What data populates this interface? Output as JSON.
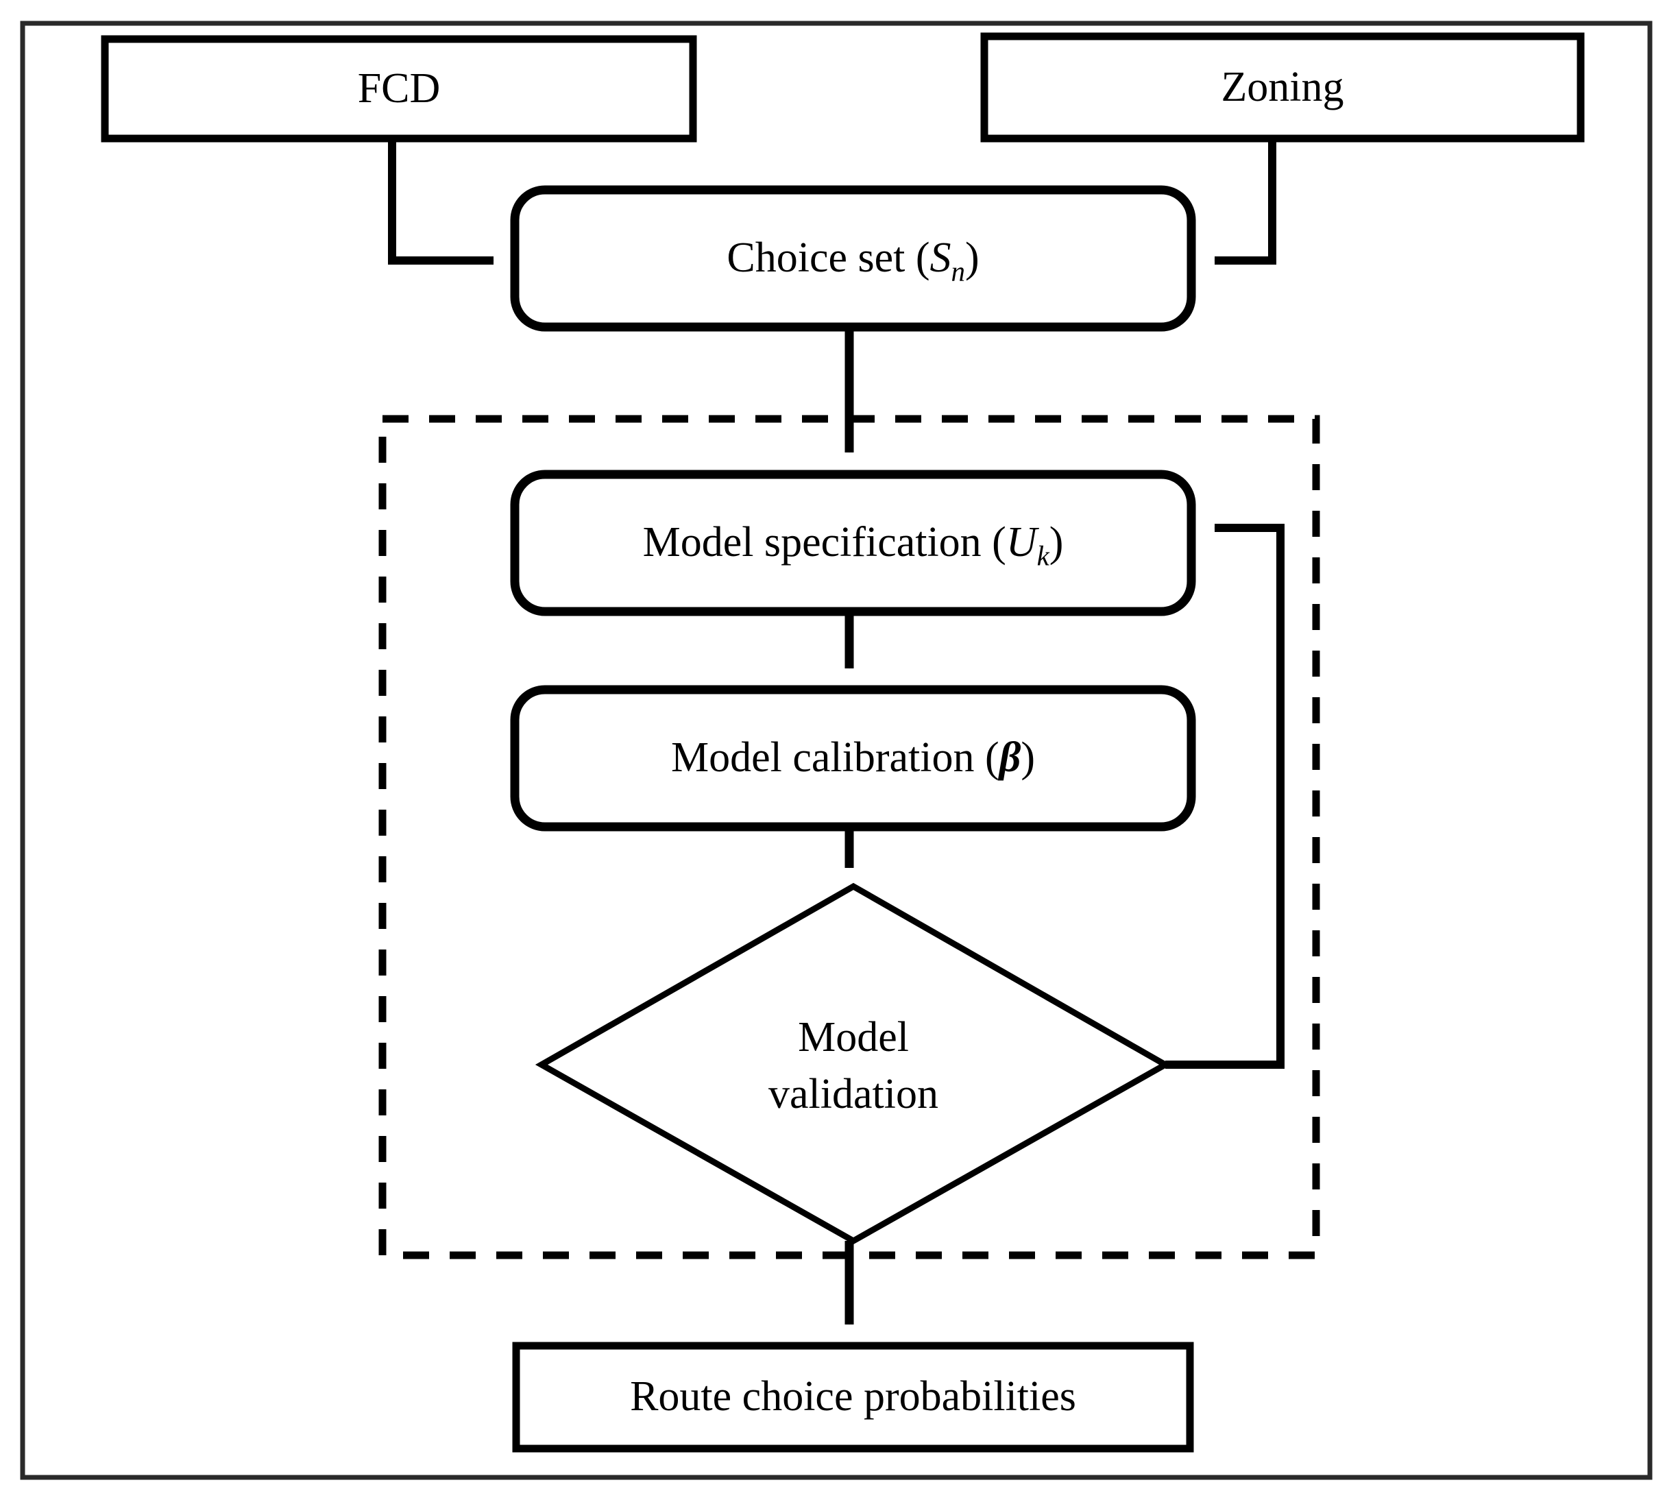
{
  "figure": {
    "type": "flowchart",
    "orientation": "top-to-bottom",
    "background_color": "#ffffff",
    "stroke_color": "#000000",
    "frame": {
      "name": "outer-border",
      "style": "solid thin rectangle"
    }
  },
  "nodes": {
    "fcd": {
      "label": "FCD",
      "shape": "rectangle",
      "border": "solid"
    },
    "zoning": {
      "label": "Zoning",
      "shape": "rectangle",
      "border": "solid"
    },
    "choice_set": {
      "label_prefix": "Choice set (",
      "label_symbol": "S",
      "label_subscript": "n",
      "label_suffix": ")",
      "label_plain": "Choice set (Sn)",
      "shape": "rounded-rectangle",
      "border": "solid"
    },
    "model_specification": {
      "label_prefix": "Model specification (",
      "label_symbol": "U",
      "label_subscript": "k",
      "label_suffix": ")",
      "label_plain": "Model specification (Uk)",
      "shape": "rounded-rectangle",
      "border": "solid"
    },
    "model_calibration": {
      "label_prefix": "Model calibration (",
      "label_symbol": "β",
      "label_suffix": ")",
      "label_plain": "Model calibration (β)",
      "shape": "rounded-rectangle",
      "border": "solid"
    },
    "model_validation": {
      "label_line1": "Model",
      "label_line2": "validation",
      "label_plain": "Model validation",
      "shape": "diamond",
      "border": "solid"
    },
    "route_choice_probabilities": {
      "label": "Route choice probabilities",
      "shape": "rectangle",
      "border": "solid"
    }
  },
  "groups": {
    "iteration_group": {
      "name": "dashed-iteration-boundary",
      "border": "dashed",
      "contains": [
        "model_specification",
        "model_calibration",
        "model_validation"
      ]
    }
  },
  "edges": [
    {
      "from": "fcd",
      "to": "choice_set",
      "style": "elbow",
      "arrowhead": "filled-triangle"
    },
    {
      "from": "zoning",
      "to": "choice_set",
      "style": "elbow",
      "arrowhead": "filled-triangle"
    },
    {
      "from": "choice_set",
      "to": "model_specification",
      "style": "straight-vertical",
      "arrowhead": "filled-triangle"
    },
    {
      "from": "model_specification",
      "to": "model_calibration",
      "style": "straight-vertical",
      "arrowhead": "filled-triangle"
    },
    {
      "from": "model_calibration",
      "to": "model_validation",
      "style": "straight-vertical",
      "arrowhead": "filled-triangle"
    },
    {
      "from": "model_validation",
      "to": "model_specification",
      "style": "feedback-loop-right",
      "arrowhead": "filled-triangle"
    },
    {
      "from": "model_validation",
      "to": "route_choice_probabilities",
      "style": "straight-vertical",
      "arrowhead": "filled-triangle"
    }
  ]
}
